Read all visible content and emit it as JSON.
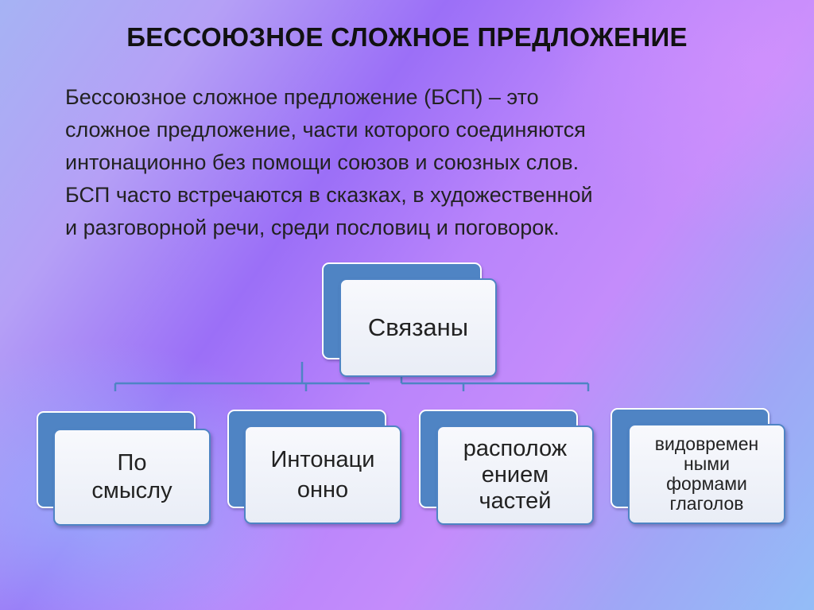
{
  "title": "БЕССОЮЗНОЕ СЛОЖНОЕ ПРЕДЛОЖЕНИЕ",
  "definition_lines": [
    "Бессоюзное сложное предложение (БСП) – это",
    "сложное предложение, части которого соединяются",
    "интонационно без помощи союзов и союзных слов.",
    "БСП часто встречаются в сказках, в художественной",
    "и разговорной речи, среди пословиц и поговорок."
  ],
  "diagram": {
    "root": {
      "label": "Связаны"
    },
    "children": [
      {
        "label": "По\nсмыслу"
      },
      {
        "label": "Интонаци\nонно"
      },
      {
        "label": "располож\nением\nчастей"
      },
      {
        "label": "видовремен\nными\nформами\nглаголов"
      }
    ],
    "colors": {
      "box_back": "#4f84c4",
      "box_front": "#eef1f8",
      "connector": "#4f84c4"
    }
  }
}
